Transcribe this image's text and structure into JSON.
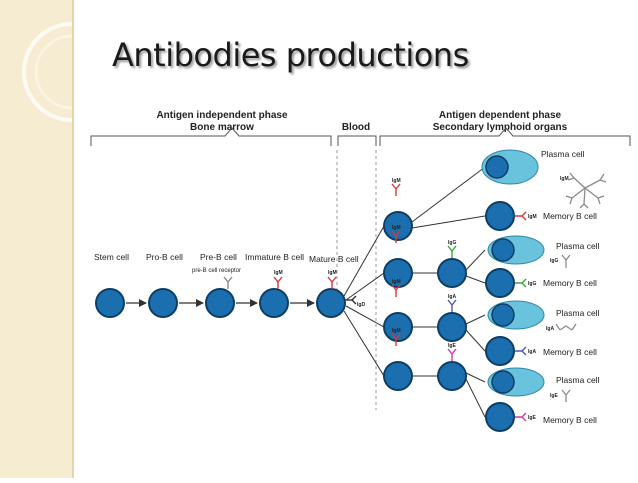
{
  "slide": {
    "title": "Antibodies productions"
  },
  "headers": {
    "independent_line1": "Antigen independent phase",
    "independent_line2": "Bone marrow",
    "blood": "Blood",
    "dependent_line1": "Antigen dependent phase",
    "dependent_line2": "Secondary lymphoid organs"
  },
  "stages": {
    "stem": "Stem cell",
    "pro_b": "Pro-B cell",
    "pre_b": "Pre-B cell",
    "immature_b": "Immature B cell",
    "mature_b": "Mature B cell",
    "pre_b_receptor": "pre-B cell receptor"
  },
  "isotypes": {
    "igm": "IgM",
    "igd": "IgD",
    "igg": "IgG",
    "iga": "IgA",
    "ige": "IgE"
  },
  "outcomes": {
    "plasma": "Plasma cell",
    "memory": "Memory B cell"
  },
  "colors": {
    "cell_fill": "#1b6fae",
    "cell_stroke": "#0c3e66",
    "plasma_fill": "#6ac3dc",
    "igm": "#d93838",
    "igg": "#3aa63a",
    "iga": "#4a57b8",
    "ige": "#cf3aa6",
    "igd": "#333333",
    "antibody": "#8a8a8a"
  }
}
